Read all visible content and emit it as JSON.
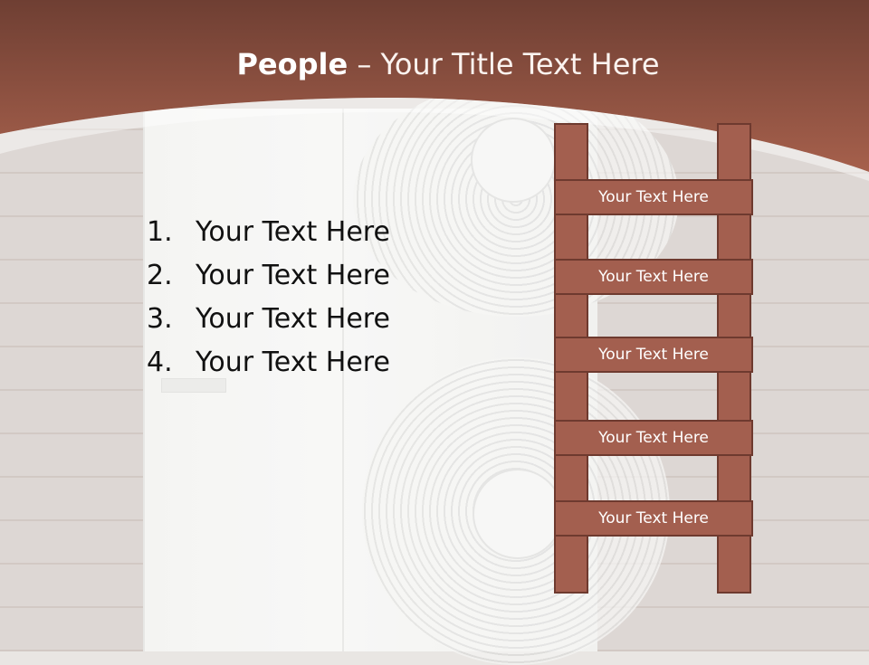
{
  "slide": {
    "title_bold": "People",
    "title_dash": " – ",
    "title_rest": "Your Title Text Here"
  },
  "list_items": [
    {
      "number": "1.",
      "text": "Your Text Here"
    },
    {
      "number": "2.",
      "text": "Your Text Here"
    },
    {
      "number": "3.",
      "text": "Your Text Here"
    },
    {
      "number": "4.",
      "text": "Your Text Here"
    }
  ],
  "ladder_rungs": [
    {
      "text": "Your Text Here"
    },
    {
      "text": "Your Text Here"
    },
    {
      "text": "Your Text Here"
    },
    {
      "text": "Your Text Here"
    },
    {
      "text": "Your Text Here"
    }
  ],
  "colors": {
    "header_brown": "#8a4e3e",
    "ladder_fill": "#a35f4f",
    "ladder_border": "#6e3a2f"
  }
}
